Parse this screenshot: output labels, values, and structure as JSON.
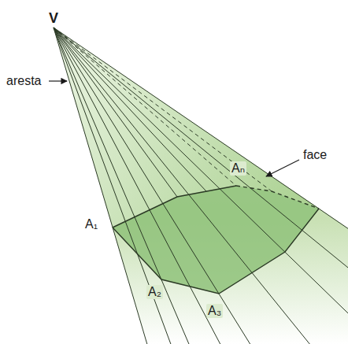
{
  "diagram": {
    "labels": [
      "V",
      "aresta",
      "face",
      "Aₙ",
      "A₁",
      "A₂",
      "A₃"
    ]
  }
}
